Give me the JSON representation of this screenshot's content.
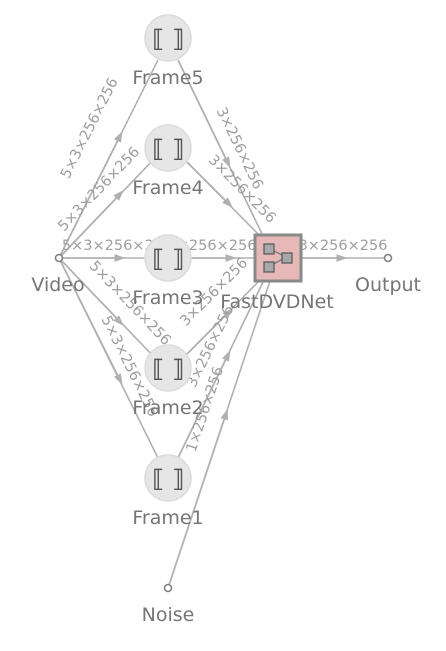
{
  "nodes": {
    "frame5": {
      "label": "Frame5",
      "glyph": "⟦ ⟧"
    },
    "frame4": {
      "label": "Frame4",
      "glyph": "⟦ ⟧"
    },
    "frame3": {
      "label": "Frame3",
      "glyph": "⟦ ⟧"
    },
    "frame2": {
      "label": "Frame2",
      "glyph": "⟦ ⟧"
    },
    "frame1": {
      "label": "Frame1",
      "glyph": "⟦ ⟧"
    },
    "video": {
      "label": "Video"
    },
    "noise": {
      "label": "Noise"
    },
    "net": {
      "label": "FastDVDNet"
    },
    "output": {
      "label": "Output"
    }
  },
  "edges": {
    "video_frame5": "5×3×256×256",
    "video_frame4": "5×3×256×256",
    "video_frame3": "5×3×256×256",
    "video_frame2": "5×3×256×256",
    "video_frame1": "5×3×256×256",
    "frame5_net": "3×256×256",
    "frame4_net": "3×256×256",
    "frame3_net": "3×256×256",
    "frame2_net": "3×256×256",
    "frame1_net": "3×256×256",
    "noise_net": "1×256×256",
    "net_output": "3×256×256"
  },
  "colors": {
    "edge": "#b0b0b0",
    "node_fill": "#e6e6e6",
    "net_fill": "#e6b8b8",
    "net_border": "#8a8a8a"
  }
}
